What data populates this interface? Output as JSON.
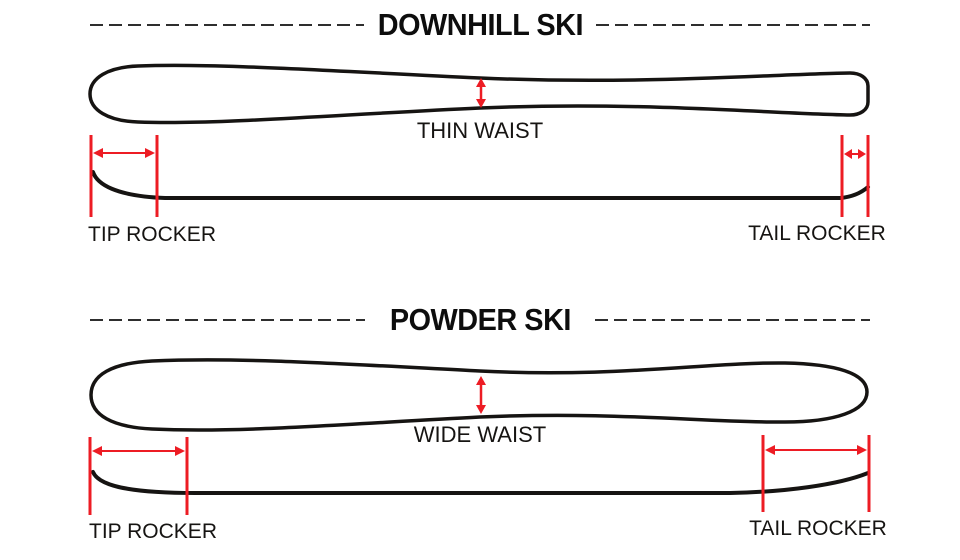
{
  "colors": {
    "accent": "#ed1c24",
    "ink": "#161412",
    "dash": "#2e2e2e"
  },
  "sections": [
    {
      "id": "downhill-ski",
      "title": "DOWNHILL SKI",
      "waist": {
        "label": "THIN WAIST"
      },
      "tip_rocker": {
        "label": "TIP ROCKER"
      },
      "tail_rocker": {
        "label": "TAIL ROCKER"
      }
    },
    {
      "id": "powder-ski",
      "title": "POWDER SKI",
      "waist": {
        "label": "WIDE WAIST"
      },
      "tip_rocker": {
        "label": "TIP ROCKER"
      },
      "tail_rocker": {
        "label": "TAIL ROCKER"
      }
    }
  ]
}
